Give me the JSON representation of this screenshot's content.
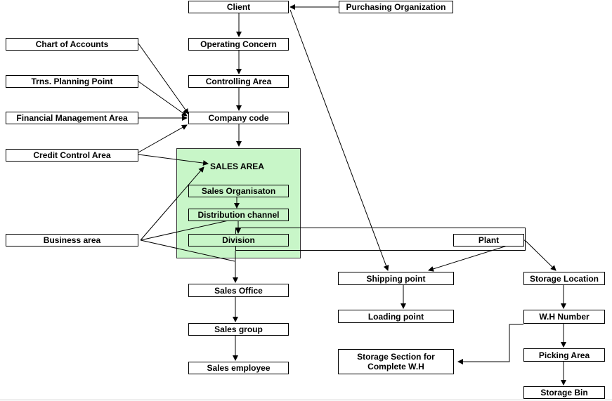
{
  "diagram": {
    "nodes": {
      "client": "Client",
      "purchasing_org": "Purchasing Organization",
      "operating_concern": "Operating Concern",
      "controlling_area": "Controlling Area",
      "company_code": "Company code",
      "chart_of_accounts": "Chart of Accounts",
      "trns_planning_point": "Trns. Planning Point",
      "financial_mgmt_area": "Financial Management Area",
      "credit_control_area": "Credit Control Area",
      "business_area": "Business area",
      "sales_organisation": "Sales Organisaton",
      "distribution_channel": "Distribution channel",
      "division": "Division",
      "sales_office": "Sales Office",
      "sales_group": "Sales group",
      "sales_employee": "Sales employee",
      "plant": "Plant",
      "shipping_point": "Shipping point",
      "loading_point": "Loading point",
      "storage_section": "Storage Section for Complete W.H",
      "storage_location": "Storage Location",
      "wh_number": "W.H Number",
      "picking_area": "Picking Area",
      "storage_bin": "Storage Bin"
    },
    "group_label": "SALES AREA",
    "colors": {
      "sales_area_fill": "#c8f6c8",
      "line": "#000000"
    }
  }
}
